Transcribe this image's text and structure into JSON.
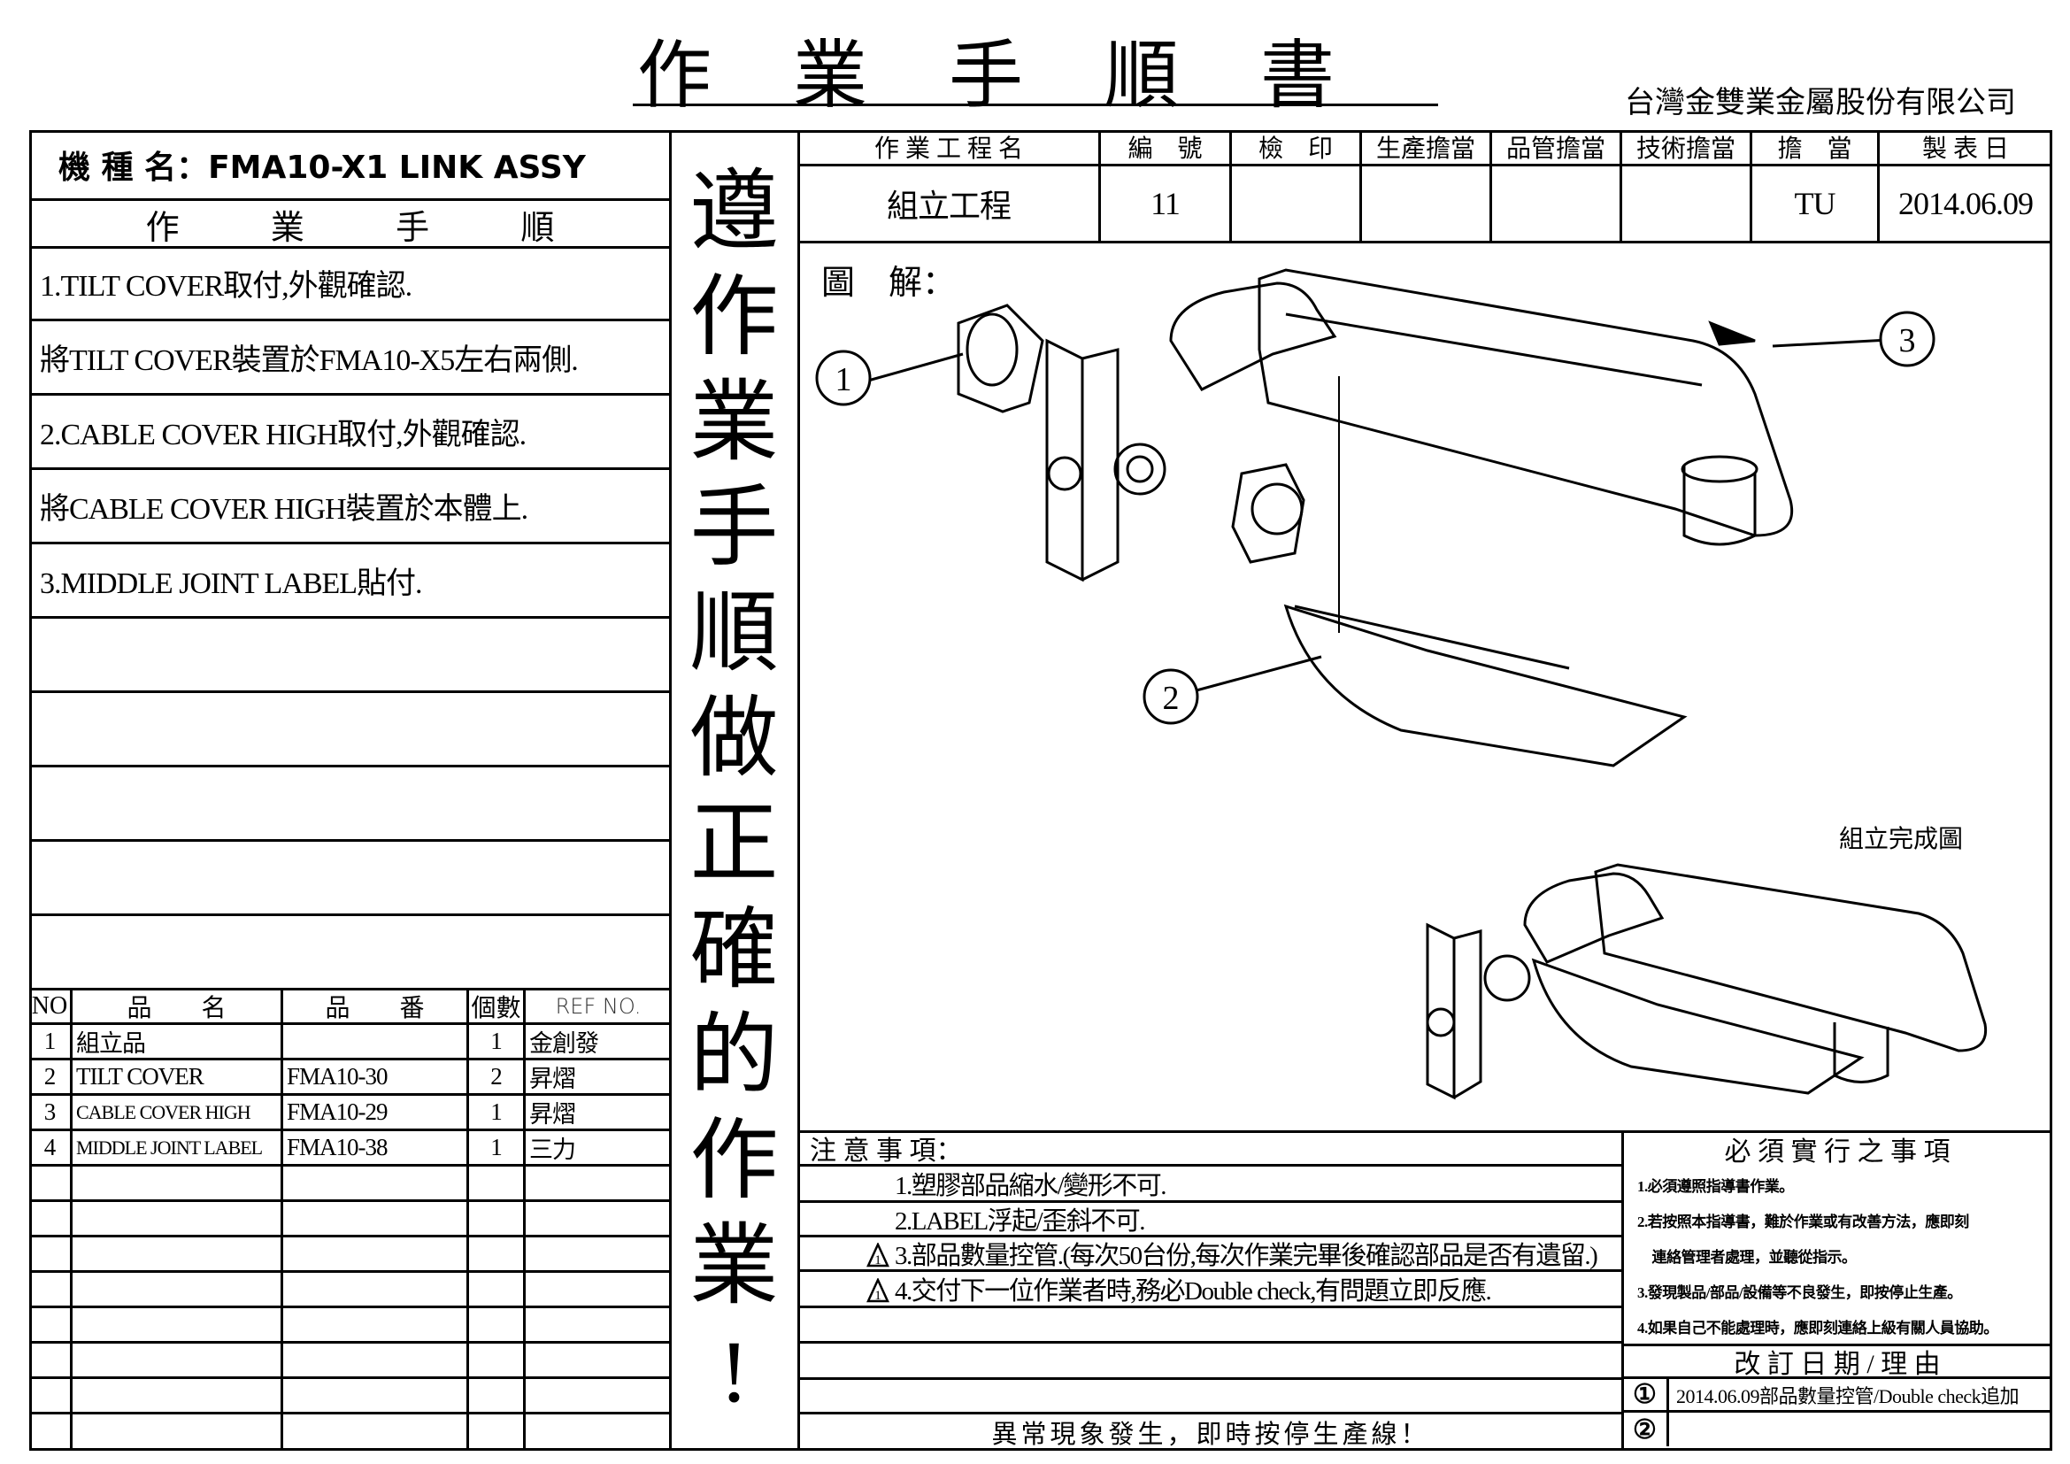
{
  "title": "作　業　手　順　書",
  "company": "台灣金雙業金屬股份有限公司",
  "model": {
    "label": "機 種 名：",
    "value": "FMA10-X1 LINK ASSY"
  },
  "steps_header": [
    "作",
    "業",
    "手",
    "順"
  ],
  "steps": [
    "1.TILT COVER取付,外觀確認.",
    "將TILT COVER裝置於FMA10-X5左右兩側.",
    "2.CABLE COVER HIGH取付,外觀確認.",
    "將CABLE COVER HIGH裝置於本體上.",
    "3.MIDDLE JOINT LABEL貼付.",
    "",
    "",
    "",
    "",
    ""
  ],
  "parts": {
    "headers": [
      "NO",
      "品　　名",
      "品　　番",
      "個數",
      "REF  NO."
    ],
    "rows": [
      [
        "1",
        "組立品",
        "",
        "1",
        "金創發"
      ],
      [
        "2",
        "TILT COVER",
        "FMA10-30",
        "2",
        "昇熠"
      ],
      [
        "3",
        "CABLE COVER HIGH",
        "FMA10-29",
        "1",
        "昇熠"
      ],
      [
        "4",
        "MIDDLE JOINT LABEL",
        "FMA10-38",
        "1",
        "三力"
      ],
      [
        "",
        "",
        "",
        "",
        ""
      ],
      [
        "",
        "",
        "",
        "",
        ""
      ],
      [
        "",
        "",
        "",
        "",
        ""
      ],
      [
        "",
        "",
        "",
        "",
        ""
      ],
      [
        "",
        "",
        "",
        "",
        ""
      ],
      [
        "",
        "",
        "",
        "",
        ""
      ],
      [
        "",
        "",
        "",
        "",
        ""
      ],
      [
        "",
        "",
        "",
        "",
        ""
      ]
    ]
  },
  "banner": "遵作業手順做正確的作業!",
  "header": {
    "labels": [
      "作 業 工 程 名",
      "編　號",
      "檢　印",
      "生產擔當",
      "品管擔當",
      "技術擔當",
      "擔　當",
      "製 表 日"
    ],
    "values": [
      "組立工程",
      "11",
      "",
      "",
      "",
      "",
      "TU",
      "2014.06.09"
    ]
  },
  "diagram": {
    "label": "圖　解：",
    "callouts": [
      "1",
      "2",
      "3"
    ],
    "finished_label": "組立完成圖"
  },
  "notes": {
    "title": "注 意 事 項：",
    "items": [
      {
        "text": "1.塑膠部品縮水/變形不可.",
        "warn": false
      },
      {
        "text": "2.LABEL浮起/歪斜不可.",
        "warn": false
      },
      {
        "text": "3.部品數量控管.(每次50台份,每次作業完畢後確認部品是否有遺留.)",
        "warn": true
      },
      {
        "text": "4.交付下一位作業者時,務必Double check,有問題立即反應.",
        "warn": true
      }
    ],
    "warn_mark": "1",
    "footer": "異常現象發生，即時按停生產線！"
  },
  "musts": {
    "title": "必 須 實 行 之 事 項",
    "items": [
      "1.必須遵照指導書作業。",
      "2.若按照本指導書，難於作業或有改善方法，應即刻",
      "　連絡管理者處理，並聽從指示。",
      "3.發現製品/部品/設備等不良發生，即按停止生產。",
      "4.如果自己不能處理時，應即刻連絡上級有關人員協助。"
    ]
  },
  "revisions": {
    "title": "改 訂 日 期 / 理 由",
    "rows": [
      {
        "mark": "①",
        "text": "2014.06.09部品數量控管/Double check追加"
      },
      {
        "mark": "②",
        "text": ""
      }
    ]
  }
}
